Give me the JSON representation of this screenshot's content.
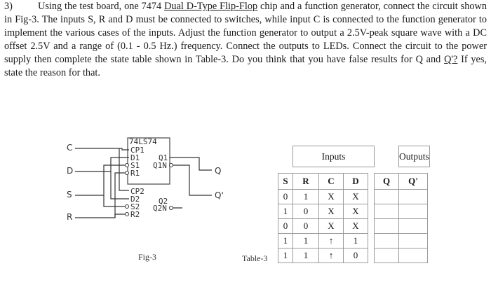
{
  "question": {
    "number": "3)",
    "text_a": "Using the test board, one 7474 ",
    "chip_name": "Dual D-Type Flip-Flop",
    "text_b": " chip and a function generator, connect the circuit shown in Fig-3. The inputs S, R and D must be connected to switches, while input C is connected to the function generator to implement the various cases of the inputs. Adjust the function generator to output a 2.5V-peak square wave with a DC offset 2.5V and a range of (0.1 - 0.5 Hz.) frequency. Connect the outputs to LEDs. Connect the circuit to the power supply then complete the state table shown in Table-3. Do you think that you have false results for Q and ",
    "qbar": "Q'?",
    "text_c": " If yes, state the reason for that."
  },
  "figure": {
    "label": "Fig-3",
    "chip_label": "74LS74",
    "input_labels": [
      "C",
      "D",
      "S",
      "R"
    ],
    "output_labels": [
      "Q",
      "Q'"
    ],
    "pins": {
      "cp1": "CP1",
      "d1": "D1",
      "s1": "S1",
      "r1": "R1",
      "q1": "Q1",
      "q1n": "Q1N",
      "cp2": "CP2",
      "d2": "D2",
      "s2": "S2",
      "r2": "R2",
      "q2": "Q2",
      "q2n": "Q2N"
    }
  },
  "table": {
    "label": "Table-3",
    "group_inputs": "Inputs",
    "group_outputs": "Outputs",
    "headers": [
      "S",
      "R",
      "C",
      "D",
      "Q",
      "Q'"
    ],
    "rows": [
      [
        "0",
        "1",
        "X",
        "X",
        "",
        ""
      ],
      [
        "1",
        "0",
        "X",
        "X",
        "",
        ""
      ],
      [
        "0",
        "0",
        "X",
        "X",
        "",
        ""
      ],
      [
        "1",
        "1",
        "↑",
        "1",
        "",
        ""
      ],
      [
        "1",
        "1",
        "↑",
        "0",
        "",
        ""
      ]
    ]
  }
}
